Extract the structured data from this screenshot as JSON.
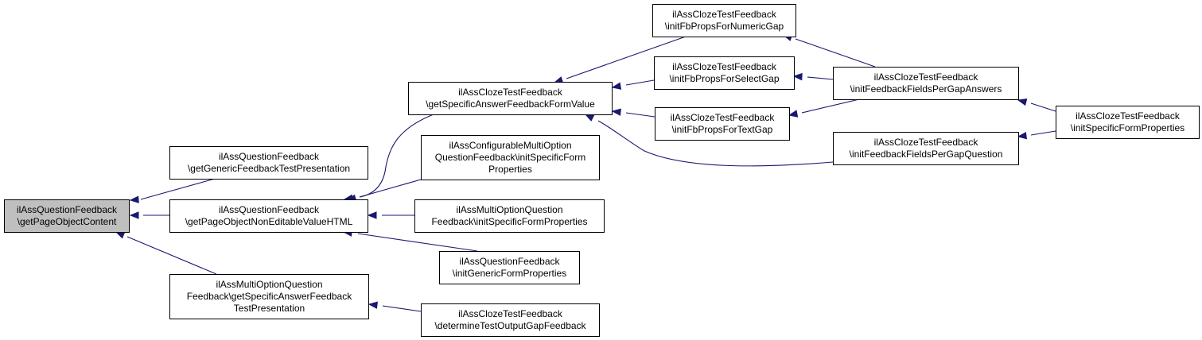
{
  "colors": {
    "edge": "#191970",
    "node_border": "#000000",
    "node_fill": "#ffffff",
    "focus_fill": "#bfbfbf"
  },
  "nodes": {
    "root": {
      "lines": [
        "ilAssQuestionFeedback",
        "\\getPageObjectContent"
      ],
      "focus": true
    },
    "generic_test_presentation": {
      "lines": [
        "ilAssQuestionFeedback",
        "\\getGenericFeedbackTestPresentation"
      ]
    },
    "non_editable_value_html": {
      "lines": [
        "ilAssQuestionFeedback",
        "\\getPageObjectNonEditableValueHTML"
      ]
    },
    "multi_option_specific_test_presentation": {
      "lines": [
        "ilAssMultiOptionQuestion",
        "Feedback\\getSpecificAnswerFeedback",
        "TestPresentation"
      ]
    },
    "specific_answer_form_value": {
      "lines": [
        "ilAssClozeTestFeedback",
        "\\getSpecificAnswerFeedbackFormValue"
      ]
    },
    "configurable_init_specific": {
      "lines": [
        "ilAssConfigurableMultiOption",
        "QuestionFeedback\\initSpecificForm",
        "Properties"
      ]
    },
    "multi_option_init_specific": {
      "lines": [
        "ilAssMultiOptionQuestion",
        "Feedback\\initSpecificFormProperties"
      ]
    },
    "init_generic_form": {
      "lines": [
        "ilAssQuestionFeedback",
        "\\initGenericFormProperties"
      ]
    },
    "determine_gap_feedback": {
      "lines": [
        "ilAssClozeTestFeedback",
        "\\determineTestOutputGapFeedback"
      ]
    },
    "numeric_gap": {
      "lines": [
        "ilAssClozeTestFeedback",
        "\\initFbPropsForNumericGap"
      ]
    },
    "select_gap": {
      "lines": [
        "ilAssClozeTestFeedback",
        "\\initFbPropsForSelectGap"
      ]
    },
    "text_gap": {
      "lines": [
        "ilAssClozeTestFeedback",
        "\\initFbPropsForTextGap"
      ]
    },
    "per_gap_answers": {
      "lines": [
        "ilAssClozeTestFeedback",
        "\\initFeedbackFieldsPerGapAnswers"
      ]
    },
    "per_gap_question": {
      "lines": [
        "ilAssClozeTestFeedback",
        "\\initFeedbackFieldsPerGapQuestion"
      ]
    },
    "cloze_init_specific": {
      "lines": [
        "ilAssClozeTestFeedback",
        "\\initSpecificFormProperties"
      ]
    }
  },
  "edges": [
    {
      "from": "generic_test_presentation",
      "to": "root"
    },
    {
      "from": "non_editable_value_html",
      "to": "root"
    },
    {
      "from": "multi_option_specific_test_presentation",
      "to": "root"
    },
    {
      "from": "specific_answer_form_value",
      "to": "non_editable_value_html"
    },
    {
      "from": "configurable_init_specific",
      "to": "non_editable_value_html"
    },
    {
      "from": "multi_option_init_specific",
      "to": "non_editable_value_html"
    },
    {
      "from": "init_generic_form",
      "to": "non_editable_value_html"
    },
    {
      "from": "determine_gap_feedback",
      "to": "multi_option_specific_test_presentation"
    },
    {
      "from": "numeric_gap",
      "to": "specific_answer_form_value"
    },
    {
      "from": "select_gap",
      "to": "specific_answer_form_value"
    },
    {
      "from": "text_gap",
      "to": "specific_answer_form_value"
    },
    {
      "from": "per_gap_question",
      "to": "specific_answer_form_value"
    },
    {
      "from": "per_gap_answers",
      "to": "numeric_gap"
    },
    {
      "from": "per_gap_answers",
      "to": "select_gap"
    },
    {
      "from": "per_gap_answers",
      "to": "text_gap"
    },
    {
      "from": "cloze_init_specific",
      "to": "per_gap_answers"
    },
    {
      "from": "cloze_init_specific",
      "to": "per_gap_question"
    }
  ]
}
